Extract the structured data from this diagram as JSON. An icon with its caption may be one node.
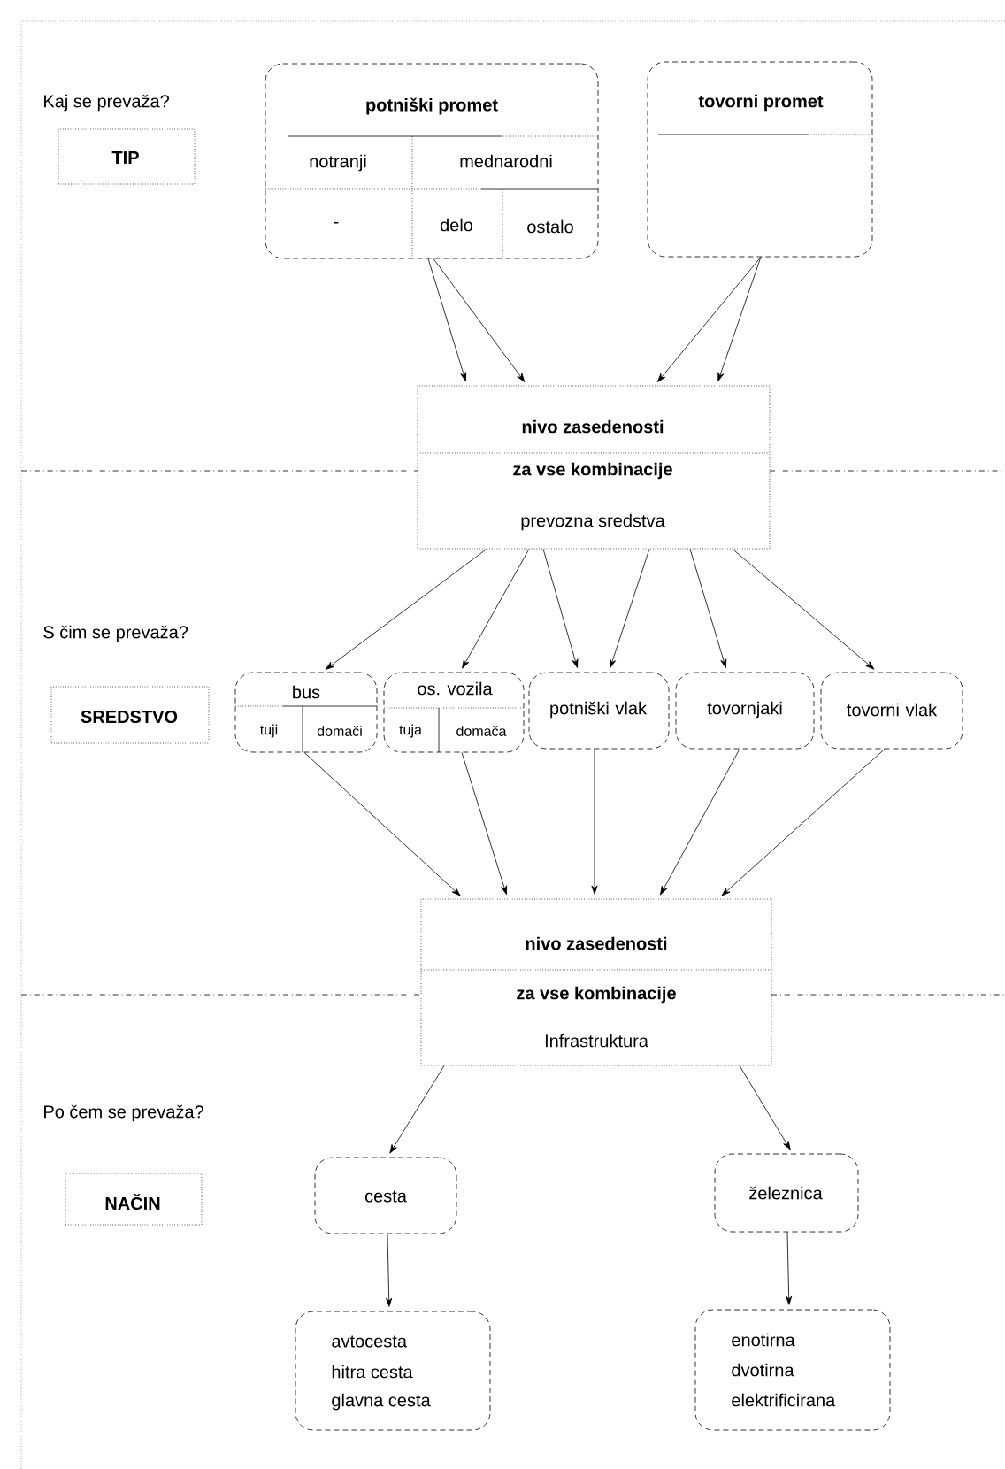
{
  "diagram": {
    "nodes": [
      {
        "text": [
          "TIP"
        ]
      },
      {
        "text": [
          "potniški promet",
          "notranji",
          "mednarodni",
          "-",
          "delo",
          "ostalo"
        ]
      },
      {
        "text": [
          "tovorni promet"
        ]
      },
      {
        "text": [
          "nivo zasedenosti",
          "za vse kombinacije",
          "prevozna sredstva"
        ]
      },
      {
        "text": [
          "SREDSTVO"
        ]
      },
      {
        "text": [
          "bus",
          "tuji",
          "domači"
        ]
      },
      {
        "text": [
          "os. vozila",
          "tuja",
          "domača"
        ]
      },
      {
        "text": [
          "potniški vlak"
        ]
      },
      {
        "text": [
          "tovornjaki"
        ]
      },
      {
        "text": [
          "tovorni vlak"
        ]
      },
      {
        "text": [
          "nivo zasedenosti",
          "za vse kombinacije",
          "Infrastruktura"
        ]
      },
      {
        "text": [
          "NAČIN"
        ]
      },
      {
        "text": [
          "cesta"
        ]
      },
      {
        "text": [
          "železnica"
        ]
      },
      {
        "text": [
          "avtocesta",
          "hitra cesta",
          "glavna cesta"
        ]
      },
      {
        "text": [
          "enotirna",
          "dvotirna",
          "elektrificirana"
        ]
      }
    ],
    "edges": [
      {
        "from": 1,
        "to": 3,
        "arrow": "to"
      },
      {
        "from": 1,
        "to": 3,
        "arrow": "to"
      },
      {
        "from": 2,
        "to": 3,
        "arrow": "to"
      },
      {
        "from": 2,
        "to": 3,
        "arrow": "to"
      },
      {
        "from": 3,
        "to": 5,
        "arrow": "to"
      },
      {
        "from": 3,
        "to": 6,
        "arrow": "to"
      },
      {
        "from": 3,
        "to": 7,
        "arrow": "to"
      },
      {
        "from": 3,
        "to": 7,
        "arrow": "to"
      },
      {
        "from": 3,
        "to": 8,
        "arrow": "to"
      },
      {
        "from": 3,
        "to": 9,
        "arrow": "to"
      },
      {
        "from": 5,
        "to": 10,
        "arrow": "to"
      },
      {
        "from": 6,
        "to": 10,
        "arrow": "to"
      },
      {
        "from": 7,
        "to": 10,
        "arrow": "to"
      },
      {
        "from": 8,
        "to": 10,
        "arrow": "to"
      },
      {
        "from": 9,
        "to": 10,
        "arrow": "to"
      },
      {
        "from": 10,
        "to": 12,
        "arrow": "to"
      },
      {
        "from": 10,
        "to": 13,
        "arrow": "to"
      },
      {
        "from": 12,
        "to": 14,
        "arrow": "to"
      },
      {
        "from": 13,
        "to": 15,
        "arrow": "to"
      }
    ],
    "labels": [
      "Kaj se prevaža?",
      "S čim se prevaža?",
      "Po čem se prevaža?"
    ]
  }
}
